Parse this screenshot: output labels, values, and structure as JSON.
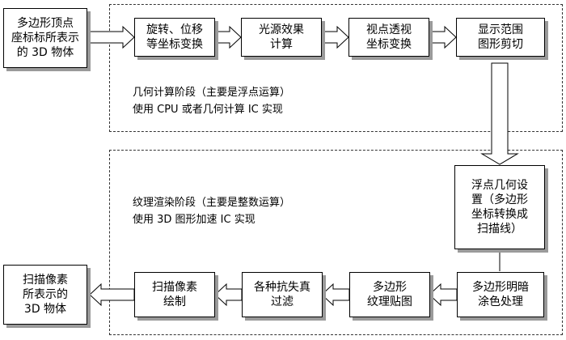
{
  "diagram": {
    "input_box": "多边形顶点\n座标标所表示\n的 3D 物体",
    "geometry_stage": {
      "steps": [
        "旋转、位移\n等坐标变换",
        "光源效果\n计算",
        "视点透视\n坐标变换",
        "显示范围\n图形剪切"
      ],
      "note_title": "几何计算阶段（主要是浮点运算）",
      "note_impl": "使用 CPU 或者几何计算 IC 实现"
    },
    "setup_box": "浮点几何设\n置（多边形\n坐标转换成\n扫描线）",
    "render_stage": {
      "steps": [
        "多边形明暗\n涂色处理",
        "多边形\n纹理贴图",
        "各种抗失真\n过滤",
        "扫描像素\n绘制"
      ],
      "note_title": "纹理渲染阶段（主要是整数运算）",
      "note_impl": "使用 3D 图形加速 IC 实现"
    },
    "output_box": "扫描像素\n所表示的\n3D 物体"
  }
}
